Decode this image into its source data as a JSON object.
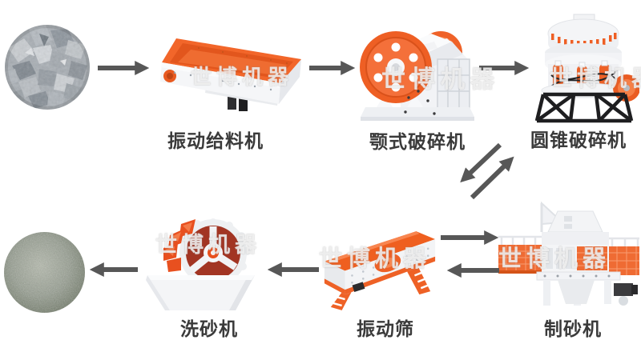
{
  "watermark": {
    "text": "世博机器"
  },
  "stages": {
    "feeder": {
      "label": "振动给料机"
    },
    "jaw_crusher": {
      "label": "颚式破碎机"
    },
    "cone_crusher": {
      "label": "圆锥破碎机"
    },
    "sand_washer": {
      "label": "洗砂机"
    },
    "vibrating_screen": {
      "label": "振动筛"
    },
    "sand_maker": {
      "label": "制砂机"
    }
  },
  "photos": {
    "raw_material": "crushed-gray-stone-photo",
    "finished_sand": "fine-washed-sand-photo"
  },
  "arrows": [
    {
      "name": "arrow-raw-to-feeder",
      "direction": "right"
    },
    {
      "name": "arrow-feeder-to-jaw",
      "direction": "right"
    },
    {
      "name": "arrow-jaw-to-cone",
      "direction": "right"
    },
    {
      "name": "arrow-cone-to-screen",
      "direction": "down-left"
    },
    {
      "name": "arrow-screen-to-cone",
      "direction": "up-right"
    },
    {
      "name": "arrow-screen-to-sandmaker",
      "direction": "right"
    },
    {
      "name": "arrow-sandmaker-to-screen",
      "direction": "left"
    },
    {
      "name": "arrow-screen-to-washer",
      "direction": "left"
    },
    {
      "name": "arrow-washer-to-sand",
      "direction": "left"
    }
  ],
  "colors": {
    "background": "#ffffff",
    "arrow": "#575757",
    "label_text": "#3a3a3a",
    "machine_orange": "#ee5f24",
    "machine_white": "#f2f3f6",
    "frame_black": "#1e1e20",
    "washer_wheel_red": "#a23523"
  }
}
